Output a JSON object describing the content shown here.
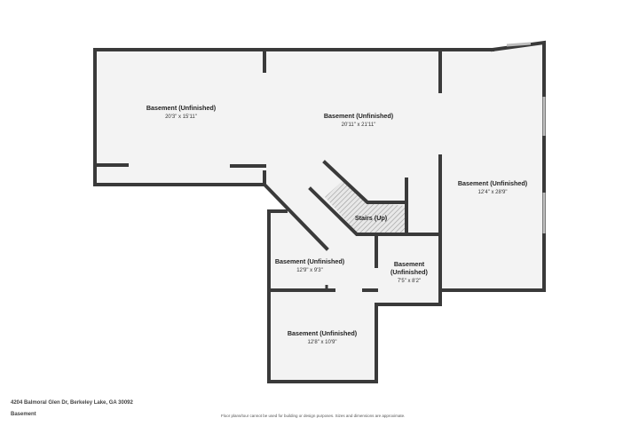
{
  "rooms": [
    {
      "name": "Basement (Unfinished)",
      "dims": "20'3\" x 15'11\""
    },
    {
      "name": "Basement (Unfinished)",
      "dims": "20'11\" x 21'11\""
    },
    {
      "name": "Basement (Unfinished)",
      "dims": "12'4\" x 28'9\""
    },
    {
      "name": "Stairs (Up)",
      "dims": ""
    },
    {
      "name": "Basement (Unfinished)",
      "dims": "12'9\" x 9'3\""
    },
    {
      "name": "Basement",
      "name2": "(Unfinished)",
      "dims": "7'5\" x 8'2\""
    },
    {
      "name": "Basement (Unfinished)",
      "dims": "12'8\" x 10'9\""
    }
  ],
  "footer": {
    "address": "4204 Balmoral Glen Dr, Berkeley Lake, GA 30092",
    "floor": "Basement",
    "disclaimer": "Floor plans/tour cannot be used for building or design purposes. Sizes and dimensions are approximate."
  },
  "colors": {
    "wall": "#3a3a3a",
    "floor": "#f3f3f3",
    "stairs_hatch": "#9a9a9a"
  }
}
